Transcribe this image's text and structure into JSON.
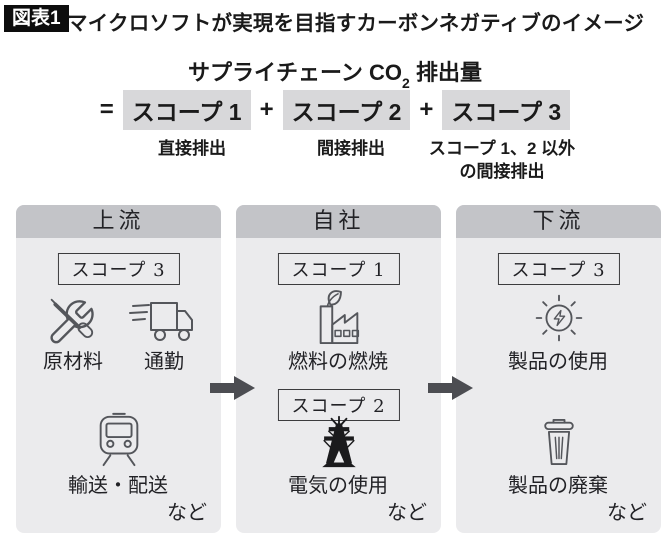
{
  "header": {
    "tag": "図表1",
    "title": "マイクロソフトが実現を目指すカーボンネガティブのイメージ"
  },
  "equation": {
    "title_prefix": "サプライチェーン CO",
    "title_sub": "2",
    "title_suffix": " 排出量",
    "equals": "=",
    "plus": "+",
    "terms": [
      {
        "label": "スコープ 1",
        "note": "直接排出"
      },
      {
        "label": "スコープ 2",
        "note": "間接排出"
      },
      {
        "label": "スコープ 3",
        "note_line1": "スコープ 1、2 以外",
        "note_line2": "の間接排出"
      }
    ]
  },
  "columns": [
    {
      "title": "上流",
      "scope_label": "スコープ 3",
      "items": [
        {
          "icon": "tools-icon",
          "label": "原材料"
        },
        {
          "icon": "truck-icon",
          "label": "通勤"
        }
      ],
      "item2": {
        "icon": "train-icon",
        "label": "輸送・配送"
      },
      "etc": "など"
    },
    {
      "title": "自社",
      "scope_label": "スコープ 1",
      "items": [
        {
          "icon": "factory-icon",
          "label": "燃料の燃焼"
        }
      ],
      "scope2_label": "スコープ 2",
      "item2": {
        "icon": "pylon-icon",
        "label": "電気の使用"
      },
      "etc": "など"
    },
    {
      "title": "下流",
      "scope_label": "スコープ 3",
      "items": [
        {
          "icon": "energy-icon",
          "label": "製品の使用"
        }
      ],
      "item2": {
        "icon": "trash-icon",
        "label": "製品の廃棄"
      },
      "etc": "など"
    }
  ],
  "colors": {
    "tag-bg": "#0d0d0d",
    "tag-ink": "#ffffff",
    "title-ink": "#1a1a1a",
    "hl": "#d8d8da",
    "col-bg": "#ebebed",
    "col-head-bg": "#c3c4c8",
    "ink": "#222226",
    "stroke": "#54565b",
    "arrow": "#4c4d52",
    "box-border": "#3c3c3e"
  }
}
